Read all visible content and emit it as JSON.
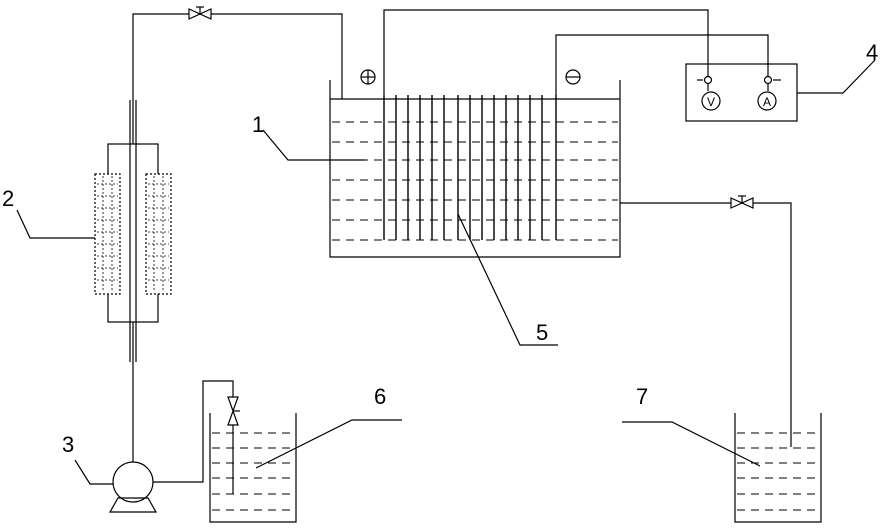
{
  "figure": {
    "labels": [
      "1",
      "2",
      "3",
      "4",
      "5",
      "6",
      "7"
    ],
    "meter_symbols": {
      "voltmeter": "V",
      "ammeter": "A"
    },
    "terminal_symbols": {
      "positive": "⊕",
      "negative": "⊖",
      "meter_minus": "-"
    },
    "colors": {
      "line": "#000000",
      "background": "#ffffff"
    }
  }
}
